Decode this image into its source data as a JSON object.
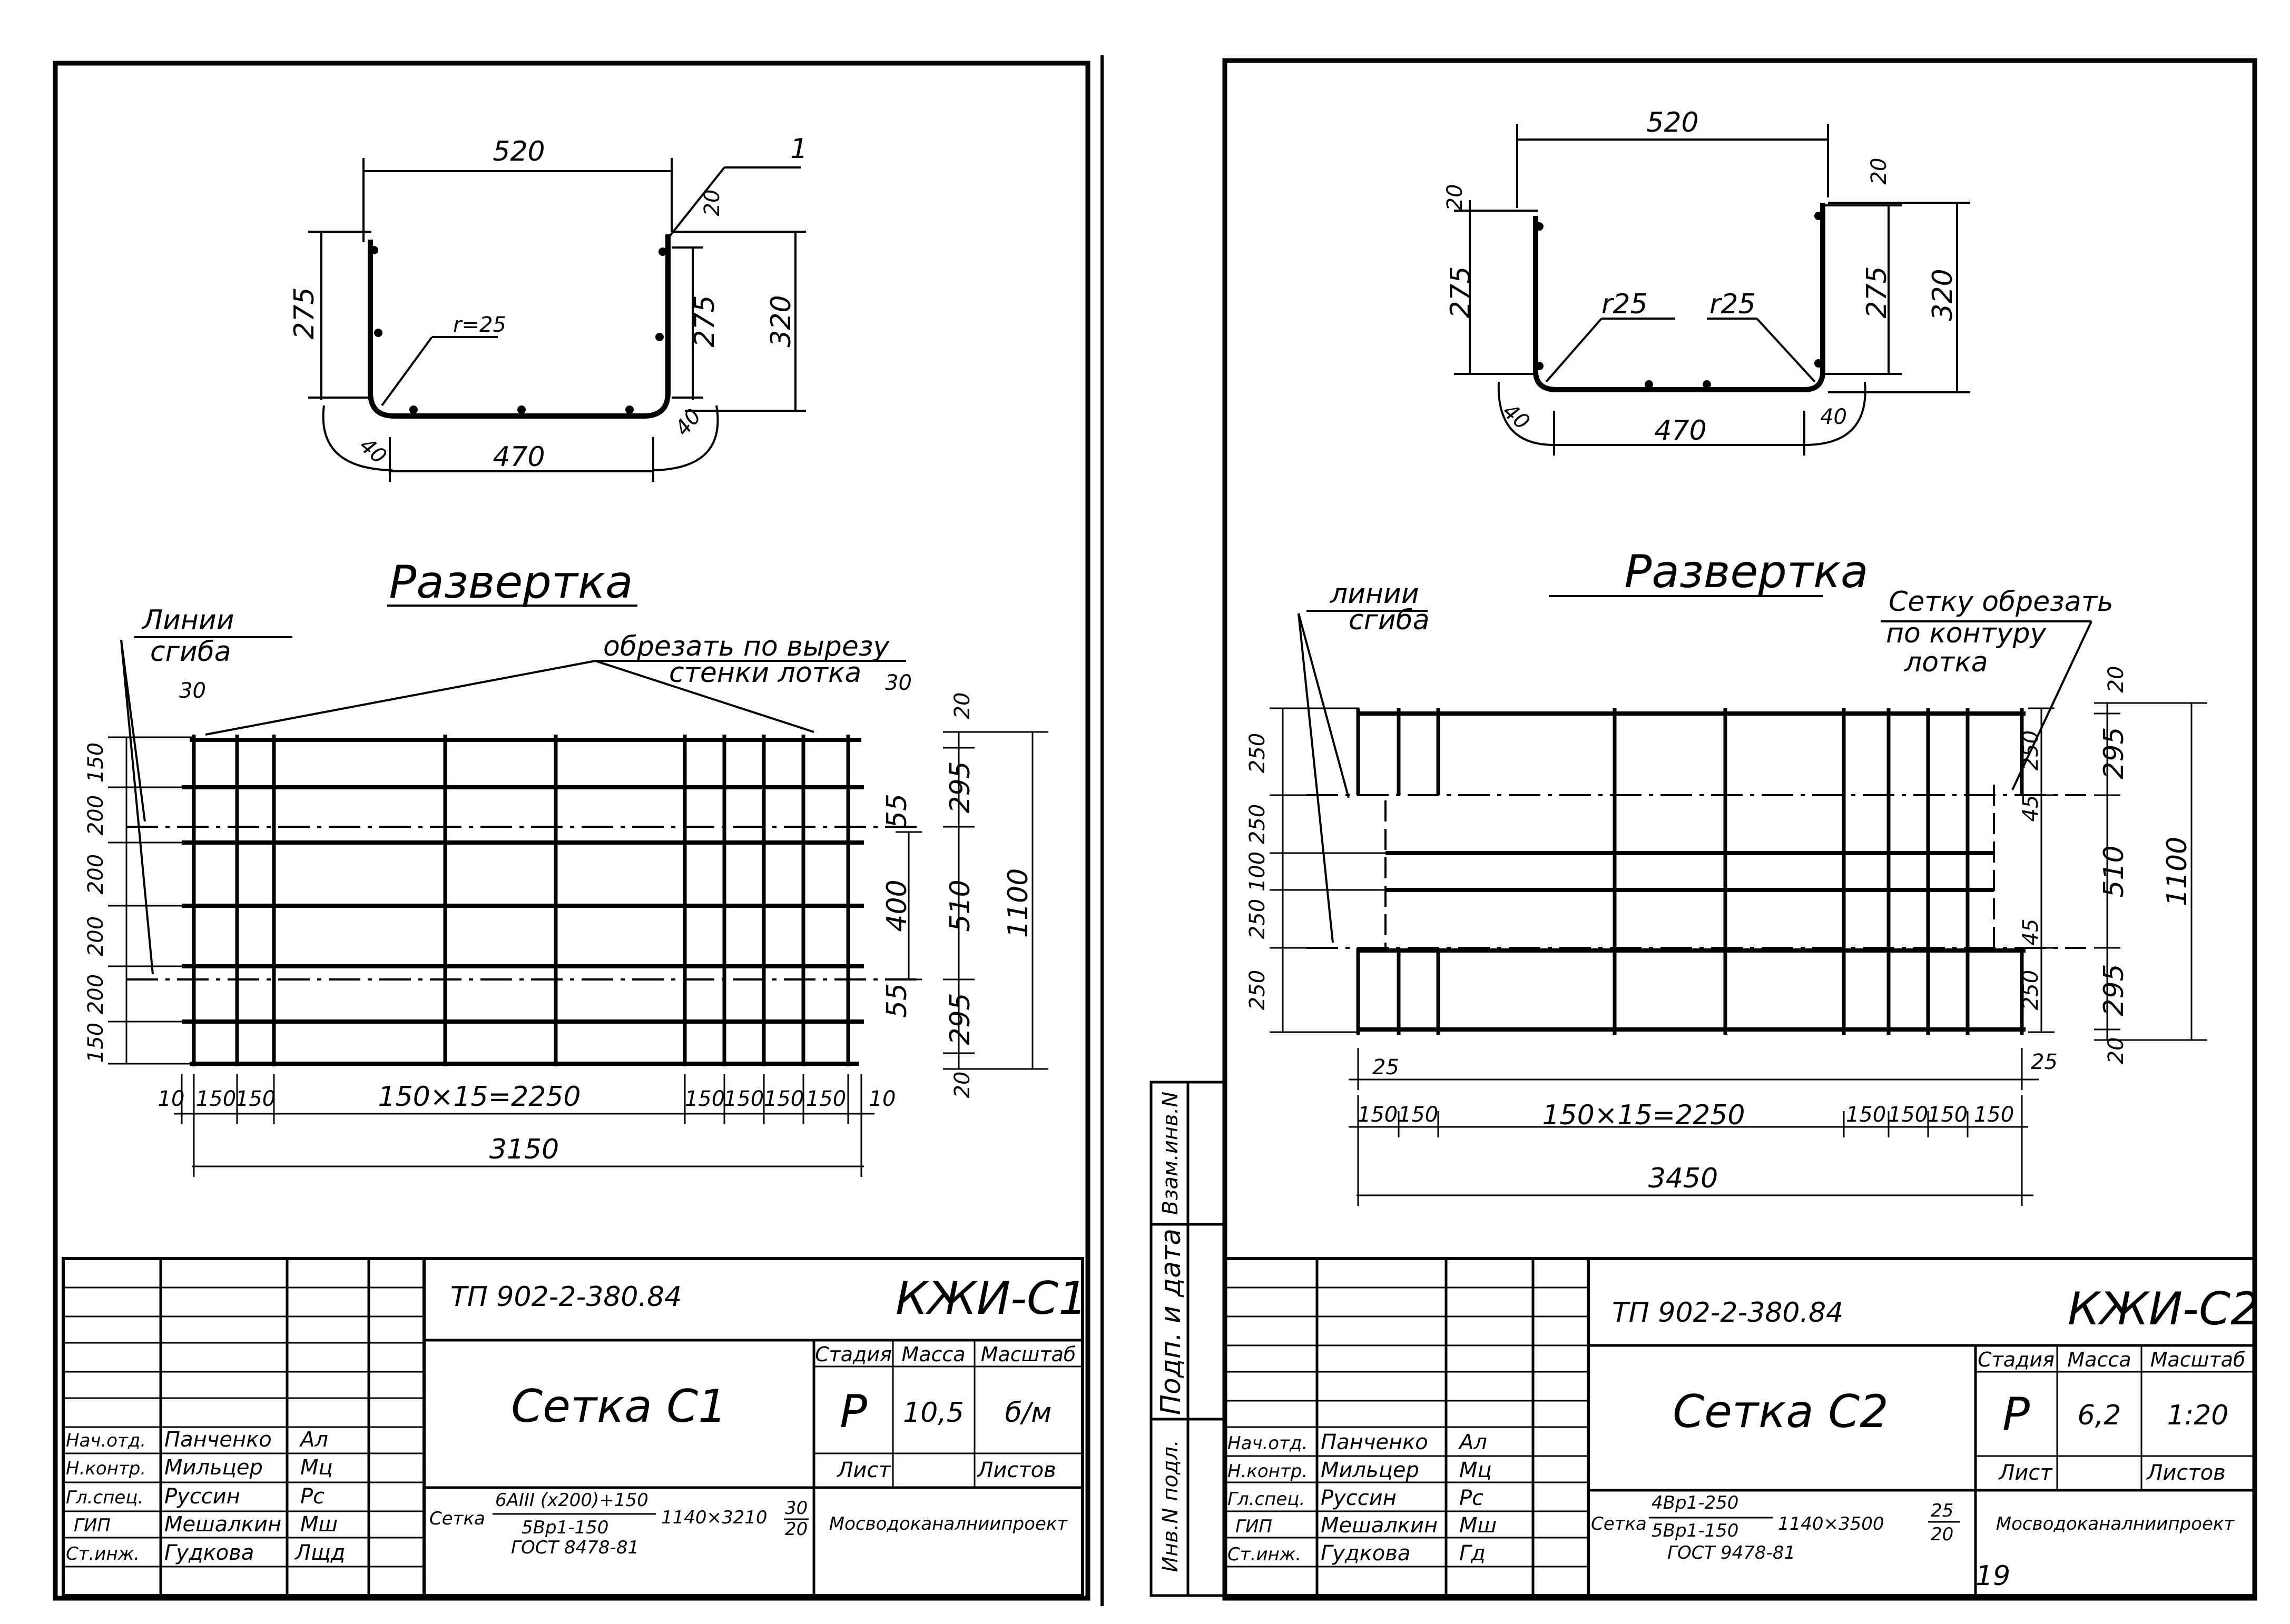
{
  "left_sheet": {
    "profile": {
      "top_width": "520",
      "bottom_width": "470",
      "left_height": "275",
      "right_height": "275",
      "total_height": "320",
      "top_offset": "20",
      "radius": "r=25",
      "corner_left": "40",
      "corner_right": "40",
      "callout": "1"
    },
    "unfold_title": "Развертка",
    "bend_label_1": "Линии",
    "bend_label_2": "сгиба",
    "cut_label_1": "обрезать по вырезу",
    "cut_label_2": "стенки лотка",
    "edge_left": "30",
    "edge_right": "30",
    "left_dims": [
      "150",
      "200",
      "200",
      "200",
      "200",
      "150"
    ],
    "right_inner": [
      "55",
      "400",
      "55"
    ],
    "right_mid": [
      "20",
      "295",
      "510",
      "295",
      "20"
    ],
    "right_total": "1100",
    "bottom_chain": [
      "10",
      "150",
      "150",
      "150×15=2250",
      "150",
      "150",
      "150",
      "150",
      "10"
    ],
    "bottom_total": "3150",
    "stamp": {
      "project": "ТП 902-2-380.84",
      "code": "КЖИ-С1",
      "title": "Сетка С1",
      "headers": [
        "Стадия",
        "Масса",
        "Масштаб"
      ],
      "values": [
        "Р",
        "10,5",
        "б/м"
      ],
      "sheet": "Лист",
      "sheets": "Листов",
      "spec_prefix": "Сетка",
      "spec_top": "6АIII (x200)+150",
      "spec_bottom": "5Вр1-150",
      "spec_size": "1140×3210",
      "spec_frac_top": "30",
      "spec_frac_bottom": "20",
      "gost": "ГОСТ 8478-81",
      "org": "Мосводоканалниипроект",
      "roles": [
        "Нач.отд.",
        "Н.контр.",
        "Гл.спец.",
        "ГИП",
        "Ст.инж."
      ],
      "people": [
        "Панченко",
        "Мильцер",
        "Руссин",
        "Мешалкин",
        "Гудкова"
      ],
      "signatures": [
        "Ал",
        "Мц",
        "Рс",
        "Мш",
        "Лщд"
      ]
    }
  },
  "right_sheet": {
    "profile": {
      "top_width": "520",
      "bottom_width": "470",
      "left_height": "275",
      "right_height": "275",
      "total_height": "320",
      "left_top_offset": "20",
      "right_top_offset": "20",
      "radius_left": "r25",
      "radius_right": "r25",
      "corner_left": "40",
      "corner_right": "40"
    },
    "unfold_title": "Развертка",
    "bend_label_1": "линии",
    "bend_label_2": "сгиба",
    "cut_label_1": "Сетку обрезать",
    "cut_label_2": "по контуру",
    "cut_label_3": "лотка",
    "left_dims": [
      "250",
      "250",
      "100",
      "250",
      "250"
    ],
    "right_inner": [
      "250",
      "45",
      "45",
      "250"
    ],
    "right_mid": [
      "20",
      "295",
      "510",
      "295",
      "20"
    ],
    "right_total": "1100",
    "bottom_small": [
      "25",
      "25"
    ],
    "bottom_chain": [
      "150",
      "150",
      "150×15=2250",
      "150",
      "150",
      "150",
      "150"
    ],
    "bottom_total": "3450",
    "stamp": {
      "project": "ТП 902-2-380.84",
      "code": "КЖИ-С2",
      "title": "Сетка С2",
      "headers": [
        "Стадия",
        "Масса",
        "Масштаб"
      ],
      "values": [
        "Р",
        "6,2",
        "1:20"
      ],
      "sheet": "Лист",
      "sheets": "Листов",
      "spec_prefix": "Сетка",
      "spec_top": "4Вр1-250",
      "spec_bottom": "5Вр1-150",
      "spec_size": "1140×3500",
      "spec_frac_top": "25",
      "spec_frac_bottom": "20",
      "gost": "ГОСТ 9478-81",
      "org": "Мосводоканалниипроект",
      "roles": [
        "Нач.отд.",
        "Н.контр.",
        "Гл.спец.",
        "ГИП",
        "Ст.инж."
      ],
      "people": [
        "Панченко",
        "Мильцер",
        "Руссин",
        "Мешалкин",
        "Гудкова"
      ],
      "signatures": [
        "Ал",
        "Мц",
        "Рс",
        "Мш",
        "Гд"
      ]
    },
    "side_labels": [
      "Взам.инв.N",
      "Подп. и дата",
      "Инв.N подл."
    ],
    "page_number": "19"
  }
}
